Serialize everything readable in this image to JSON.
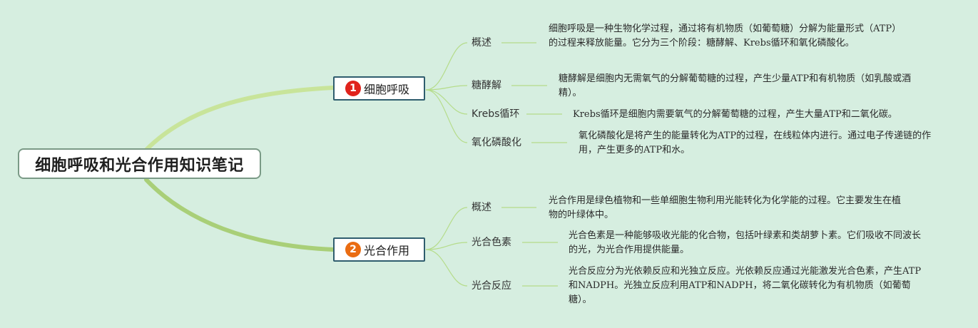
{
  "root": {
    "title": "细胞呼吸和光合作用知识笔记"
  },
  "colors": {
    "badge_1": "#e0231c",
    "badge_2": "#ea6c12",
    "background": "#d6eee0",
    "link": "#b5dc8a"
  },
  "branches": [
    {
      "number": "1",
      "label": "细胞呼吸",
      "topics": [
        {
          "label": "概述",
          "text": "细胞呼吸是一种生物化学过程，通过将有机物质（如葡萄糖）分解为能量形式（ATP）的过程来释放能量。它分为三个阶段：糖酵解、Krebs循环和氧化磷酸化。"
        },
        {
          "label": "糖酵解",
          "text": "糖酵解是细胞内无需氧气的分解葡萄糖的过程，产生少量ATP和有机物质（如乳酸或酒精）。"
        },
        {
          "label": "Krebs循环",
          "text": "Krebs循环是细胞内需要氧气的分解葡萄糖的过程，产生大量ATP和二氧化碳。"
        },
        {
          "label": "氧化磷酸化",
          "text": "氧化磷酸化是将产生的能量转化为ATP的过程，在线粒体内进行。通过电子传递链的作用，产生更多的ATP和水。"
        }
      ]
    },
    {
      "number": "2",
      "label": "光合作用",
      "topics": [
        {
          "label": "概述",
          "text": "光合作用是绿色植物和一些单细胞生物利用光能转化为化学能的过程。它主要发生在植物的叶绿体中。"
        },
        {
          "label": "光合色素",
          "text": "光合色素是一种能够吸收光能的化合物，包括叶绿素和类胡萝卜素。它们吸收不同波长的光，为光合作用提供能量。"
        },
        {
          "label": "光合反应",
          "text": "光合反应分为光依赖反应和光独立反应。光依赖反应通过光能激发光合色素，产生ATP和NADPH。光独立反应利用ATP和NADPH，将二氧化碳转化为有机物质（如葡萄糖）。"
        }
      ]
    }
  ]
}
